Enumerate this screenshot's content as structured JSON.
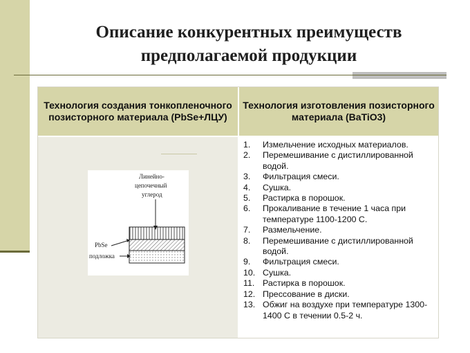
{
  "slide": {
    "title_line1": "Описание конкурентных преимуществ",
    "title_line2": "предполагаемой продукции"
  },
  "table": {
    "header_left": "Технология создания тонкопленочного позисторного материала (PbSe+ЛЦУ)",
    "header_right": "Технология изготовления позисторного материала (BaTiO3)",
    "diagram": {
      "label_carbon_1": "Линейно-",
      "label_carbon_2": "цепочечный",
      "label_carbon_3": "углерод",
      "label_pbse": "PbSe",
      "label_substrate": "подложка"
    },
    "steps": [
      {
        "num": "1.",
        "text": "Измельчение исходных материалов."
      },
      {
        "num": "2.",
        "text": "Перемешивание с дистиллированной водой."
      },
      {
        "num": "3.",
        "text": "Фильтрация смеси."
      },
      {
        "num": "4.",
        "text": "Сушка."
      },
      {
        "num": "5.",
        "text": "Растирка в порошок."
      },
      {
        "num": "6.",
        "text": "Прокаливание в течение 1 часа при температуре 1100-1200 С."
      },
      {
        "num": "7.",
        "text": "Размельчение."
      },
      {
        "num": "8.",
        "text": "Перемешивание с дистиллированной водой."
      },
      {
        "num": "9.",
        "text": "Фильтрация смеси."
      },
      {
        "num": "10.",
        "text": "Сушка."
      },
      {
        "num": "11.",
        "text": "Растирка в порошок."
      },
      {
        "num": "12.",
        "text": "Прессование в диски."
      },
      {
        "num": "13.",
        "text": "Обжиг на воздухе при температуре 1300-1400 С в течении 0.5-2 ч."
      }
    ]
  },
  "colors": {
    "accent_olive": "#d6d5a8",
    "body_cell": "#ecebe2",
    "line_dark": "#6b6b3a"
  }
}
